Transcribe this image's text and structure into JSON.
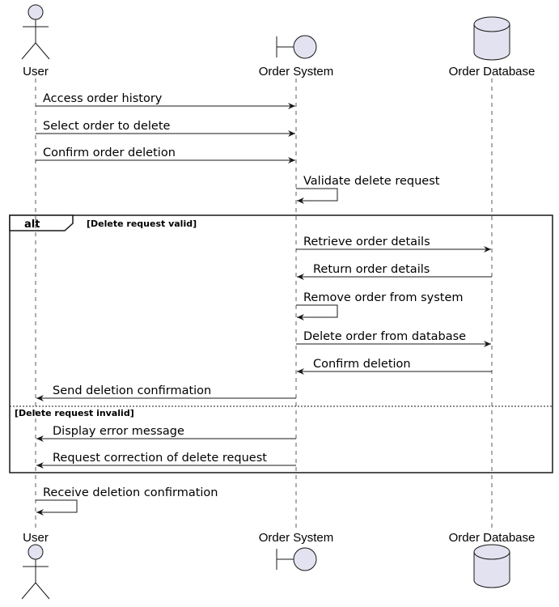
{
  "participants": [
    {
      "id": "user",
      "name": "User",
      "kind": "actor"
    },
    {
      "id": "system",
      "name": "Order System",
      "kind": "boundary"
    },
    {
      "id": "db",
      "name": "Order Database",
      "kind": "database"
    }
  ],
  "messages_before": [
    {
      "from": "user",
      "to": "system",
      "text": "Access order history"
    },
    {
      "from": "user",
      "to": "system",
      "text": "Select order to delete"
    },
    {
      "from": "user",
      "to": "system",
      "text": "Confirm order deletion"
    },
    {
      "from": "system",
      "to": "system",
      "text": "Validate delete request"
    }
  ],
  "alt": {
    "keyword": "alt",
    "valid_guard": "[Delete request valid]",
    "valid_messages": [
      {
        "from": "system",
        "to": "db",
        "text": "Retrieve order details"
      },
      {
        "from": "db",
        "to": "system",
        "text": "Return order details"
      },
      {
        "from": "system",
        "to": "system",
        "text": "Remove order from system"
      },
      {
        "from": "system",
        "to": "db",
        "text": "Delete order from database"
      },
      {
        "from": "db",
        "to": "system",
        "text": "Confirm deletion"
      },
      {
        "from": "system",
        "to": "user",
        "text": "Send deletion confirmation"
      }
    ],
    "invalid_guard": "[Delete request invalid]",
    "invalid_messages": [
      {
        "from": "system",
        "to": "user",
        "text": "Display error message"
      },
      {
        "from": "system",
        "to": "user",
        "text": "Request correction of delete request"
      }
    ]
  },
  "messages_after": [
    {
      "from": "user",
      "to": "user",
      "text": "Receive deletion confirmation"
    }
  ],
  "colors": {
    "participant_fill": "#e2e2f0",
    "stroke": "#181818",
    "lifeline": "#181818",
    "background": "#ffffff"
  }
}
